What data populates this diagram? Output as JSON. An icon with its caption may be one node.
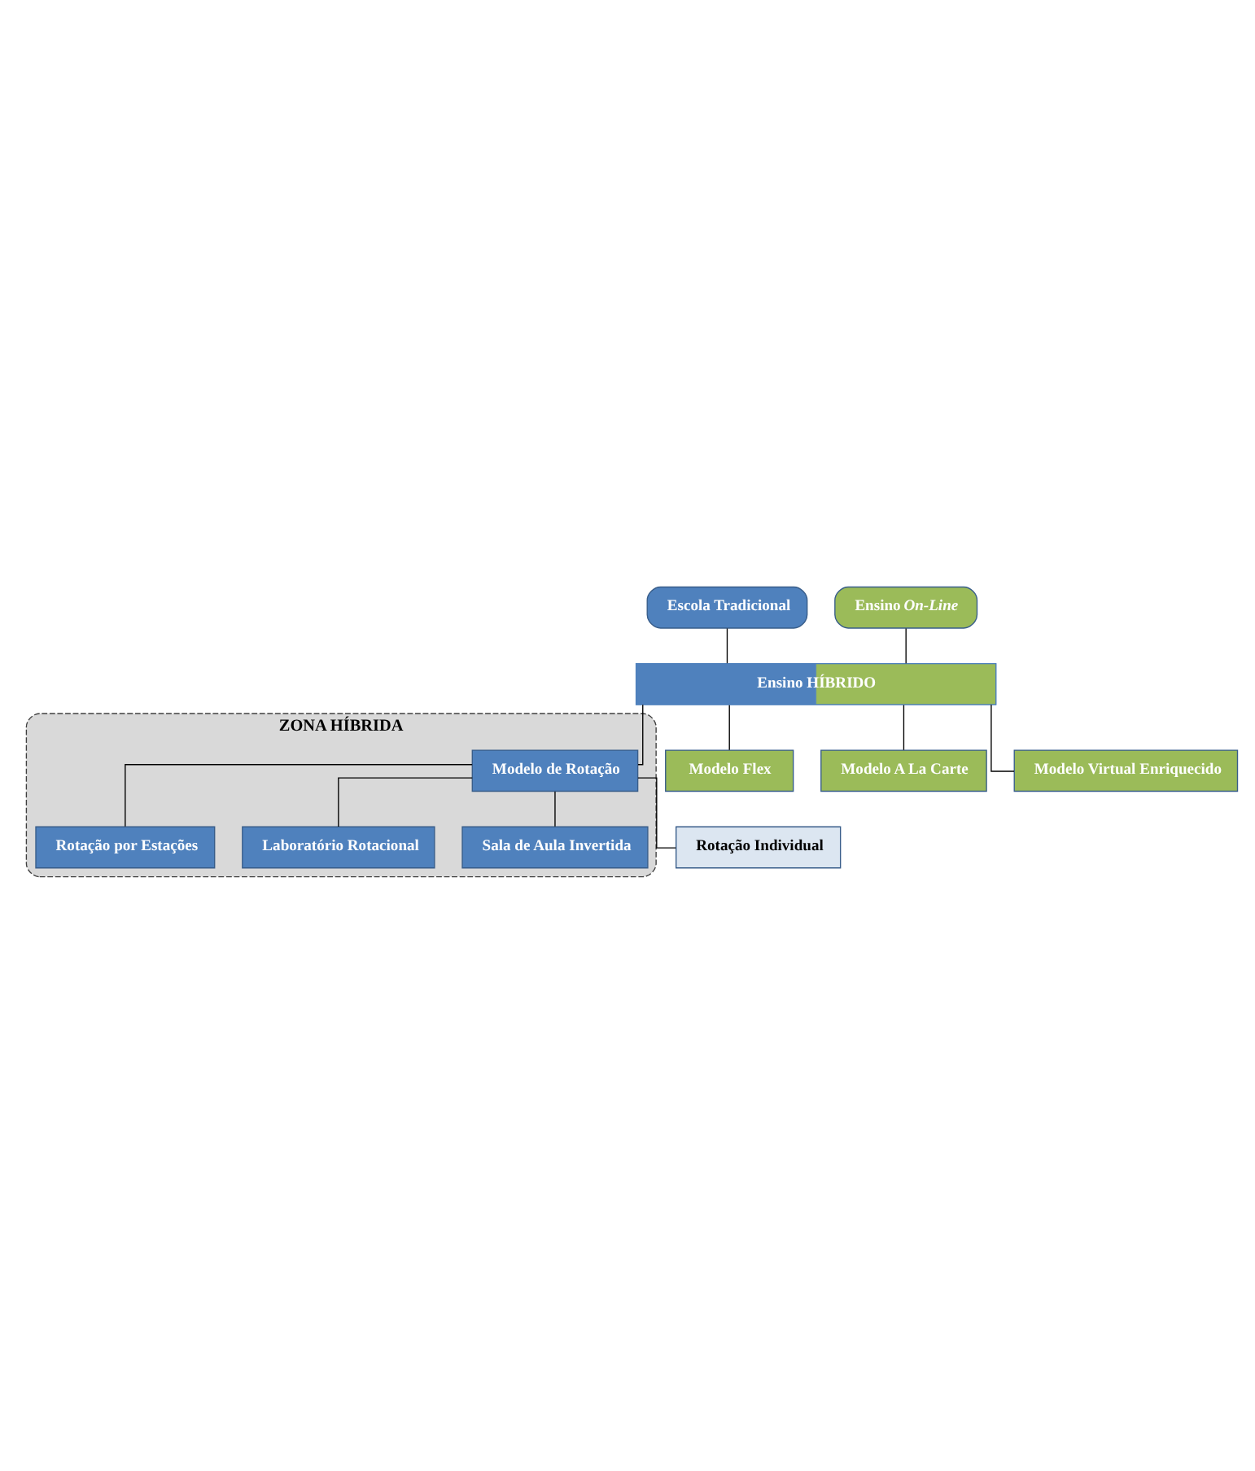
{
  "diagram": {
    "nodes": [
      {
        "text": [
          "Escola Tradicional"
        ]
      },
      {
        "text": [
          "Ensino *On-Line*"
        ]
      },
      {
        "text": [
          "ZONA HÍBRIDA"
        ]
      },
      {
        "text": [
          "Ensino HÍBRIDO"
        ]
      },
      {
        "text": [
          "Modelo de Rotação"
        ],
        "in": 2
      },
      {
        "text": [
          "Rotação por Estações"
        ],
        "in": 2
      },
      {
        "text": [
          "Laboratório Rotacional"
        ],
        "in": 2
      },
      {
        "text": [
          "Sala de Aula Invertida"
        ],
        "in": 2
      },
      {
        "text": [
          "Rotação Individual"
        ]
      },
      {
        "text": [
          "Modelo Flex"
        ]
      },
      {
        "text": [
          "Modelo A La Carte"
        ]
      },
      {
        "text": [
          "Modelo Virtual Enriquecido"
        ]
      }
    ],
    "edges": [
      {
        "from": 0,
        "to": 3,
        "arrow": "none"
      },
      {
        "from": 1,
        "to": 3,
        "arrow": "none"
      },
      {
        "from": 3,
        "to": 4,
        "arrow": "none"
      },
      {
        "from": 3,
        "to": 9,
        "arrow": "none"
      },
      {
        "from": 3,
        "to": 10,
        "arrow": "none"
      },
      {
        "from": 3,
        "to": 11,
        "arrow": "none"
      },
      {
        "from": 4,
        "to": 5,
        "arrow": "none"
      },
      {
        "from": 4,
        "to": 6,
        "arrow": "none"
      },
      {
        "from": 4,
        "to": 7,
        "arrow": "none"
      },
      {
        "from": 4,
        "to": 8,
        "arrow": "none"
      }
    ]
  }
}
